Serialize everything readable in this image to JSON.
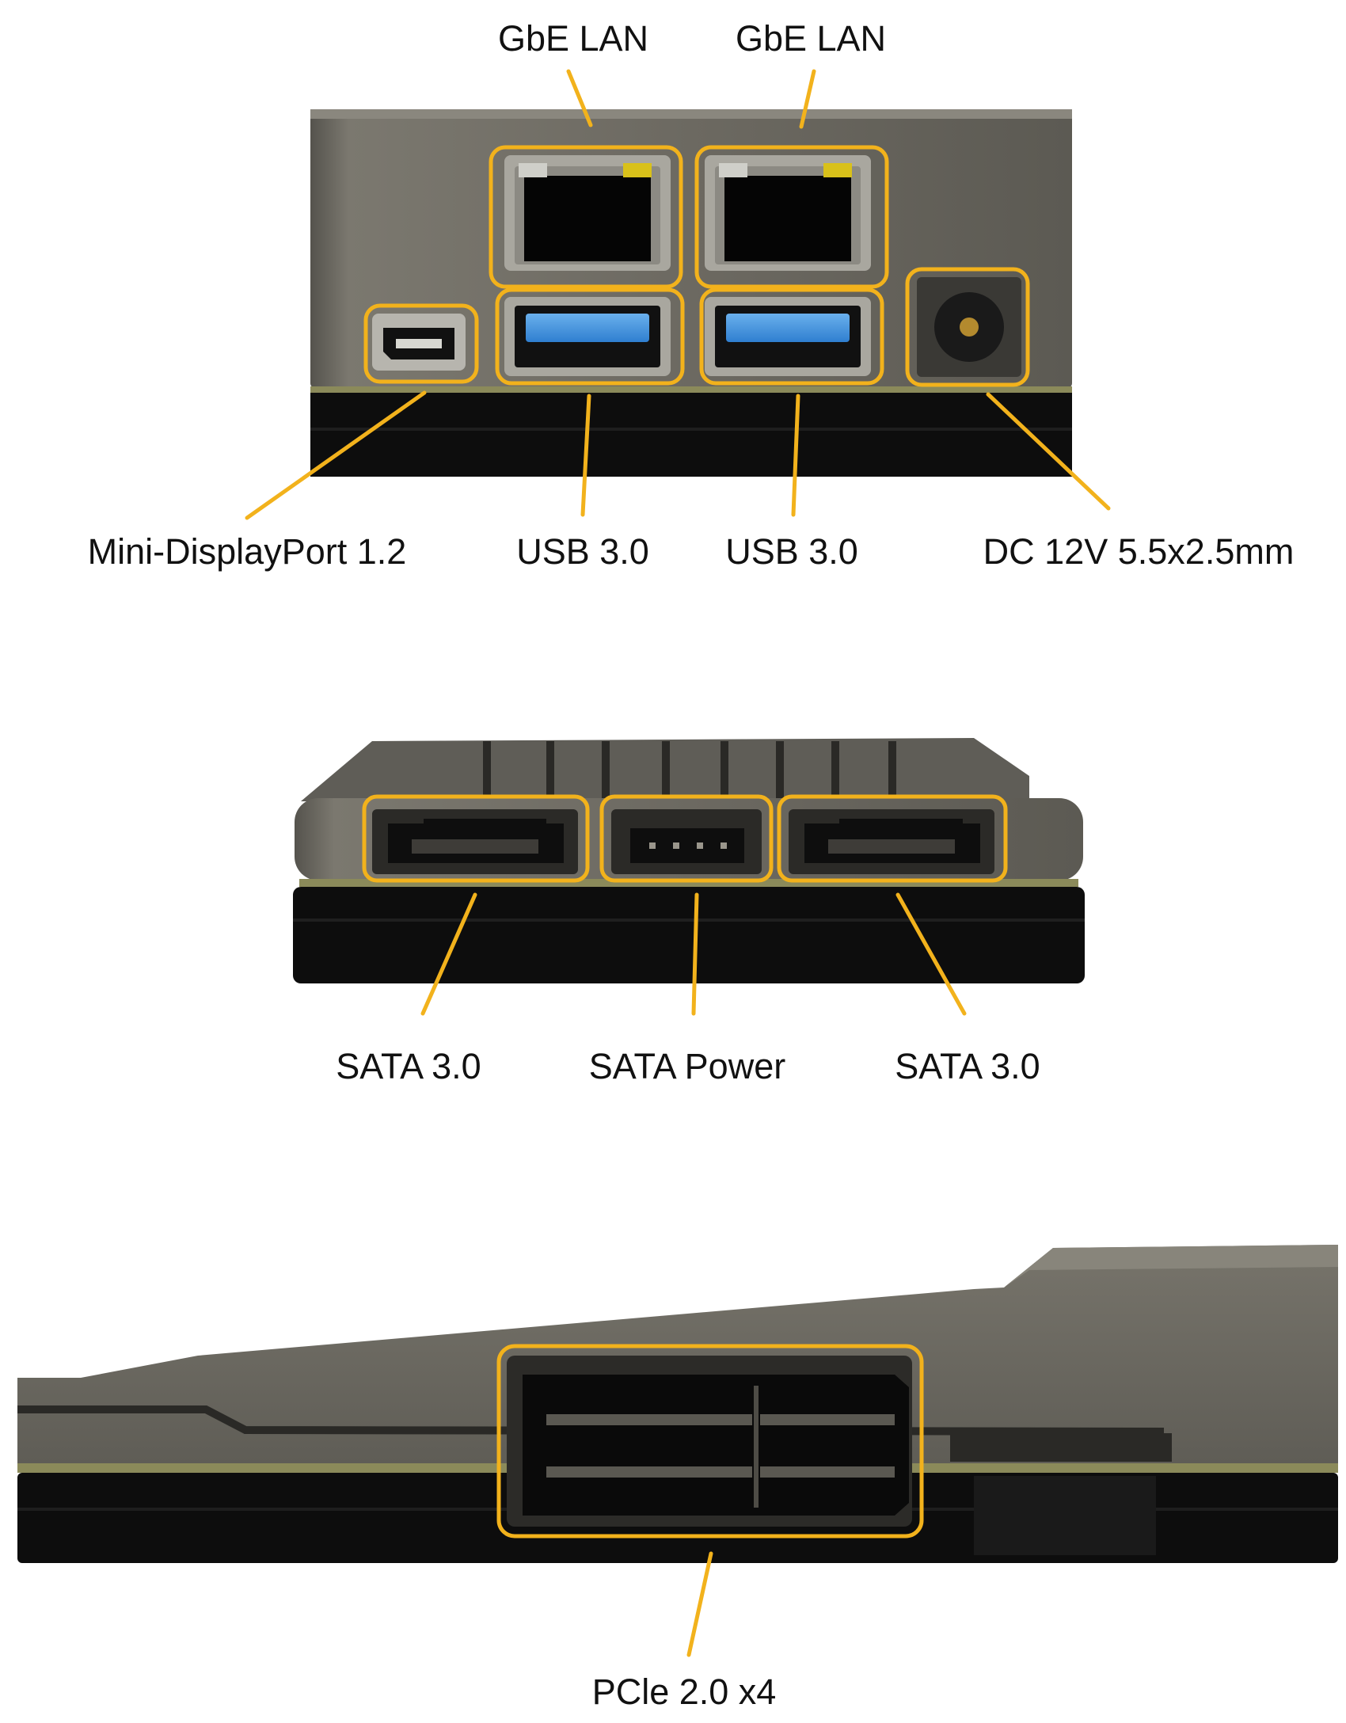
{
  "colors": {
    "accent": "#F2B21C",
    "case_body": "#6a675f",
    "case_base": "#0d0d0d",
    "background": "#ffffff"
  },
  "rear_panel": {
    "top_labels": [
      "GbE LAN",
      "GbE LAN"
    ],
    "bottom_labels": [
      "Mini-DisplayPort 1.2",
      "USB 3.0",
      "USB 3.0",
      "DC 12V 5.5x2.5mm"
    ],
    "ports": [
      "ethernet-port",
      "ethernet-port",
      "mini-displayport",
      "usb-port",
      "usb-port",
      "dc-jack"
    ]
  },
  "side_panel": {
    "labels": [
      "SATA 3.0",
      "SATA Power",
      "SATA 3.0"
    ],
    "ports": [
      "sata-data-port",
      "sata-power-port",
      "sata-data-port"
    ]
  },
  "edge_panel": {
    "labels": [
      "PCle 2.0 x4"
    ],
    "ports": [
      "pcie-slot"
    ]
  }
}
